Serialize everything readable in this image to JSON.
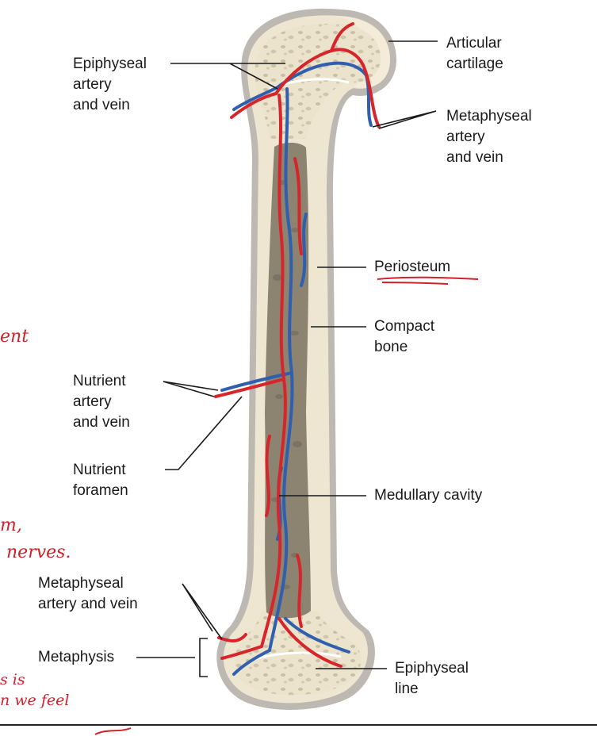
{
  "labels": {
    "articular_cartilage": "Articular\ncartilage",
    "epiphyseal_artery_vein": "Epiphyseal\nartery\nand vein",
    "metaphyseal_artery_vein_top": "Metaphyseal\nartery\nand vein",
    "periosteum": "Periosteum",
    "compact_bone": "Compact\nbone",
    "nutrient_artery_vein": "Nutrient\nartery\nand vein",
    "nutrient_foramen": "Nutrient\nforamen",
    "medullary_cavity": "Medullary cavity",
    "metaphyseal_artery_vein_bottom": "Metaphyseal\nartery and vein",
    "metaphysis": "Metaphysis",
    "epiphyseal_line": "Epiphyseal\nline"
  },
  "handwriting": {
    "note_1": "ent",
    "note_2": "m,",
    "note_3": "nerves.",
    "note_4": "s is",
    "note_5": "n we feel"
  },
  "colors": {
    "artery": "#d7262b",
    "vein": "#2f5fae",
    "bone": "#ede4cf",
    "periosteum": "#bfbcb6",
    "cavity": "#8b8270",
    "annotation_ink": "#d0202a"
  }
}
